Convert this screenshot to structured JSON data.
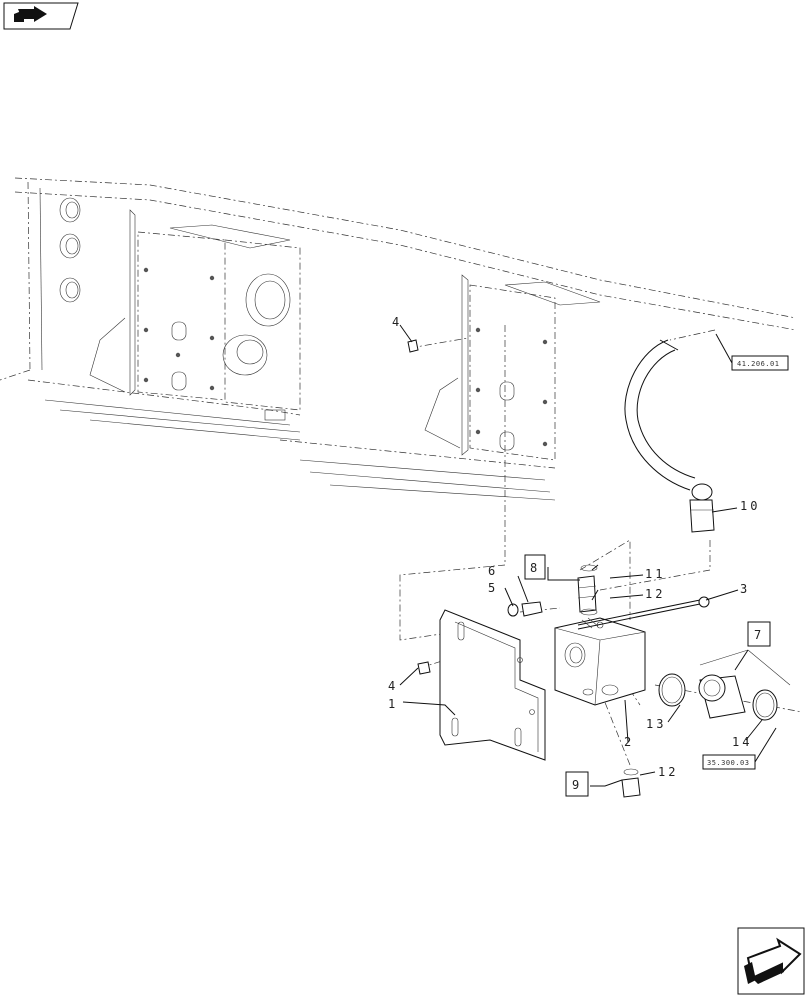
{
  "diagram": {
    "callouts": {
      "c1": "1",
      "c2": "2",
      "c3": "3",
      "c4a": "4",
      "c4b": "4",
      "c5": "5",
      "c6": "6",
      "c7": "7",
      "c8": "8",
      "c9": "9",
      "c10": "10",
      "c11": "11",
      "c12a": "12",
      "c12b": "12",
      "c13": "13",
      "c14": "14"
    },
    "refs": {
      "r1": "41.206.01",
      "r2": "35.300.03"
    }
  },
  "nav": {
    "prev_icon": "back-arrow-icon",
    "next_icon": "forward-arrow-icon"
  }
}
